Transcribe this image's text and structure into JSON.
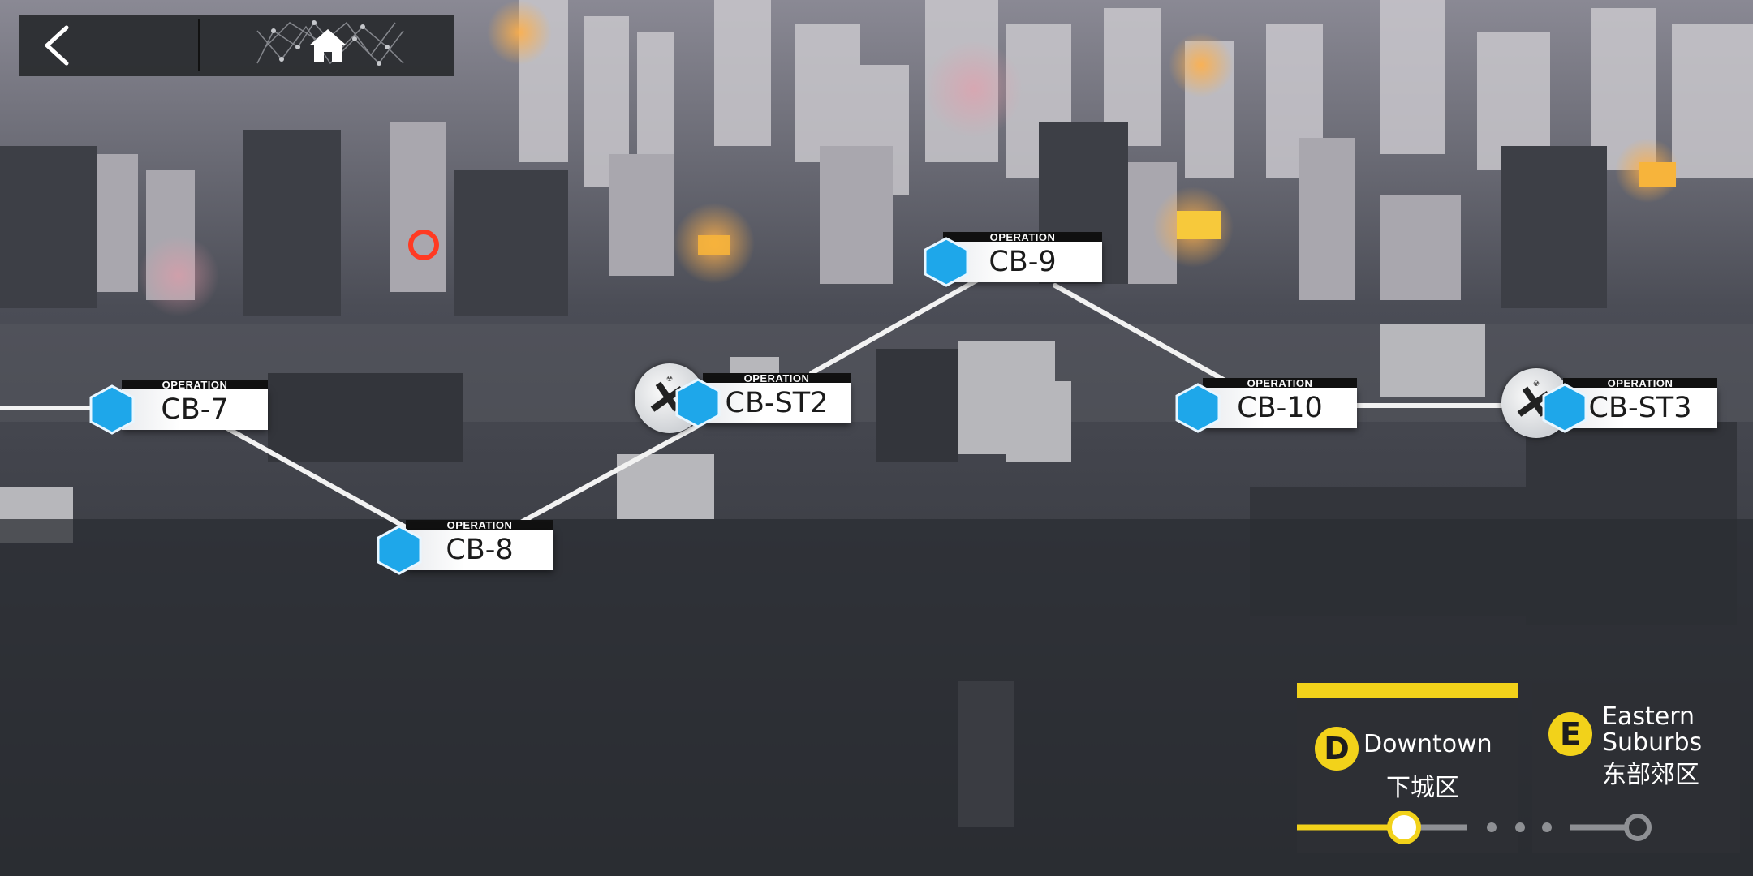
{
  "nav": {
    "back_icon": "back-arrow-icon",
    "home_icon": "home-icon"
  },
  "stages": [
    {
      "id": "cb7",
      "tag": "OPERATION",
      "code": "CB-7",
      "type": "normal"
    },
    {
      "id": "cb8",
      "tag": "OPERATION",
      "code": "CB-8",
      "type": "normal"
    },
    {
      "id": "cbst2",
      "tag": "OPERATION",
      "code": "CB-ST2",
      "type": "story"
    },
    {
      "id": "cb9",
      "tag": "OPERATION",
      "code": "CB-9",
      "type": "normal"
    },
    {
      "id": "cb10",
      "tag": "OPERATION",
      "code": "CB-10",
      "type": "normal"
    },
    {
      "id": "cbst3",
      "tag": "OPERATION",
      "code": "CB-ST3",
      "type": "story"
    }
  ],
  "regions": [
    {
      "letter": "D",
      "name_en": "Downtown",
      "name_cn": "下城区",
      "active": true
    },
    {
      "letter": "E",
      "name_en_line1": "Eastern",
      "name_en_line2": "Suburbs",
      "name_cn": "东部郊区",
      "active": false
    }
  ],
  "colors": {
    "accent_yellow": "#f2d21a",
    "node_blue": "#1ea7ea",
    "panel_dark": "#2e3034"
  }
}
